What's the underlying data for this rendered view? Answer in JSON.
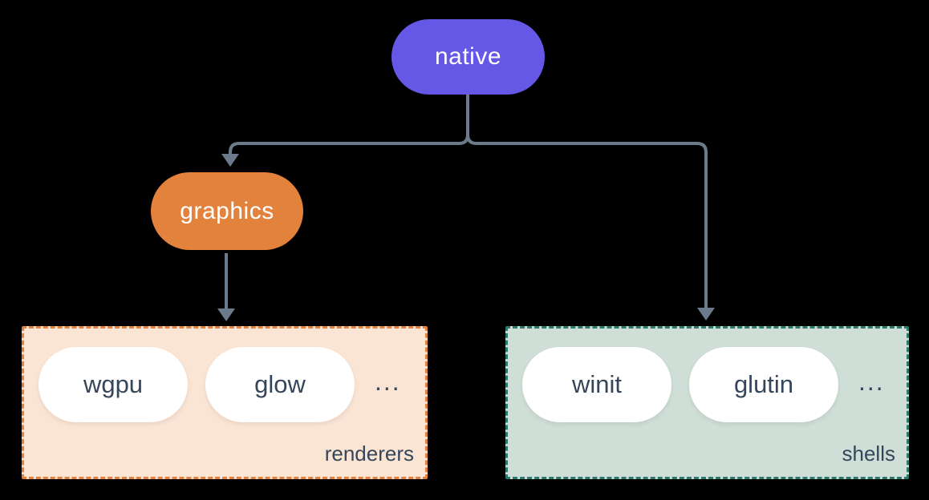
{
  "diagram": {
    "background_color": "#000000",
    "connector_color": "#6C7B8B",
    "pill_fill": "#FFFFFF",
    "pill_text_color": "#36465A",
    "nodes": {
      "native": {
        "label": "native",
        "fill": "#6658E6",
        "text_color": "#FFFFFF"
      },
      "graphics": {
        "label": "graphics",
        "fill": "#E2823C",
        "text_color": "#FFFFFF"
      }
    },
    "groups": {
      "renderers": {
        "label": "renderers",
        "fill": "#FAE4D4",
        "border_color": "#E2823C",
        "pills": [
          "wgpu",
          "glow"
        ],
        "ellipsis": "..."
      },
      "shells": {
        "label": "shells",
        "fill": "#CFDED6",
        "border_color": "#2B7A6B",
        "pills": [
          "winit",
          "glutin"
        ],
        "ellipsis": "..."
      }
    },
    "edges": [
      {
        "from": "native",
        "to": "graphics"
      },
      {
        "from": "native",
        "to": "shells"
      },
      {
        "from": "graphics",
        "to": "renderers"
      }
    ]
  }
}
